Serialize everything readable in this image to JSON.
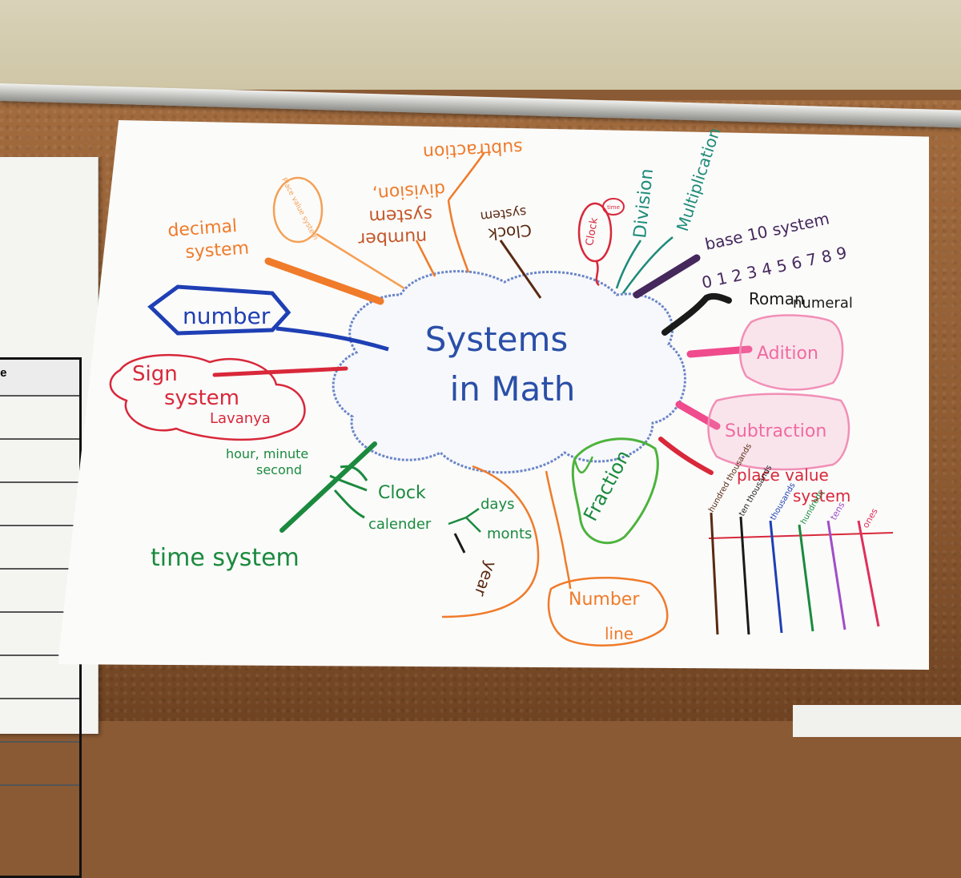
{
  "left_sheet": {
    "header_fragment": "le"
  },
  "center": {
    "line1": "Systems",
    "line2": "in Math"
  },
  "branches": {
    "decimal": {
      "line1": "decimal",
      "line2": "system"
    },
    "place_bubble": "Place value system",
    "number_system": {
      "line1": "number",
      "line2": "system"
    },
    "division_upside": "division,",
    "subtraction_upside": "subtraction",
    "clock_system": {
      "line1": "Clock",
      "line2": "system"
    },
    "clock_small": "Clock",
    "clock_tiny": "time",
    "division": "Division",
    "multiplication": "Multiplication",
    "base10": {
      "line1": "base 10 system",
      "line2": "0 1 2 3 4 5 6 7 8 9"
    },
    "roman": {
      "line1": "Roman",
      "line2": "numeral"
    },
    "addition": "Adition",
    "subtraction": "Subtraction",
    "number": "number",
    "sign": {
      "line1": "Sign",
      "line2": "system",
      "line3": "Lavanya"
    },
    "time": {
      "hour": "hour, minute",
      "second": "second",
      "clock": "Clock",
      "calender": "calender",
      "days": "days",
      "monts": "monts",
      "year": "year",
      "title": "time system"
    },
    "fraction": "Fraction",
    "number_line": {
      "line1": "Number",
      "line2": "line"
    },
    "place_value": {
      "line1": "place value",
      "line2": "system",
      "columns": [
        "hundred thousands",
        "ten thousands",
        "thousands",
        "hundreds",
        "tens",
        "ones"
      ]
    }
  },
  "colors": {
    "orange": "#f07b2a",
    "blue": "#1f3fb4",
    "red": "#d8283a",
    "green": "#1b8a3e",
    "brown": "#5a2a12",
    "teal": "#1e8b7a",
    "purple": "#45285c",
    "pink": "#f06aa0",
    "lime": "#4cb33c",
    "dark": "#1a1a1a"
  }
}
